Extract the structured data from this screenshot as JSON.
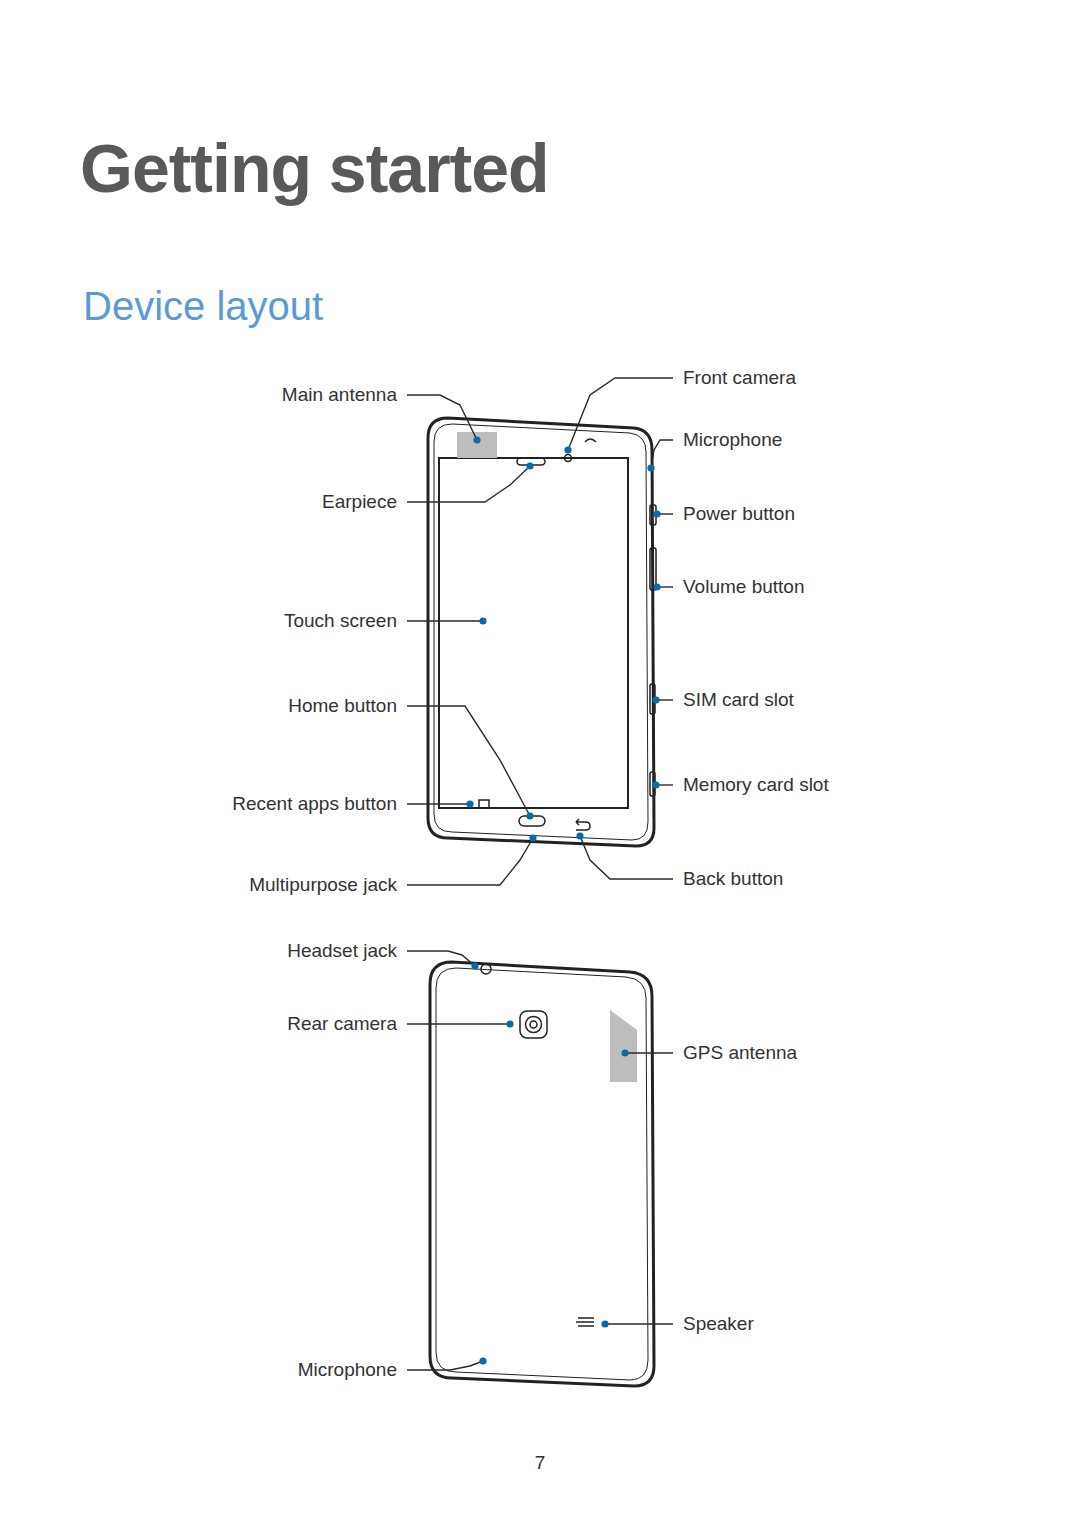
{
  "diagram": {
    "title": "Getting started",
    "labels": [
      "Device layout",
      "Main antenna",
      "Front camera",
      "Microphone",
      "Earpiece",
      "Power button",
      "Volume button",
      "Touch screen",
      "Home button",
      "SIM card slot",
      "Memory card slot",
      "Recent apps button",
      "Multipurpose jack",
      "Back button",
      "Headset jack",
      "Rear camera",
      "GPS antenna",
      "Speaker",
      "Microphone",
      "7"
    ]
  }
}
